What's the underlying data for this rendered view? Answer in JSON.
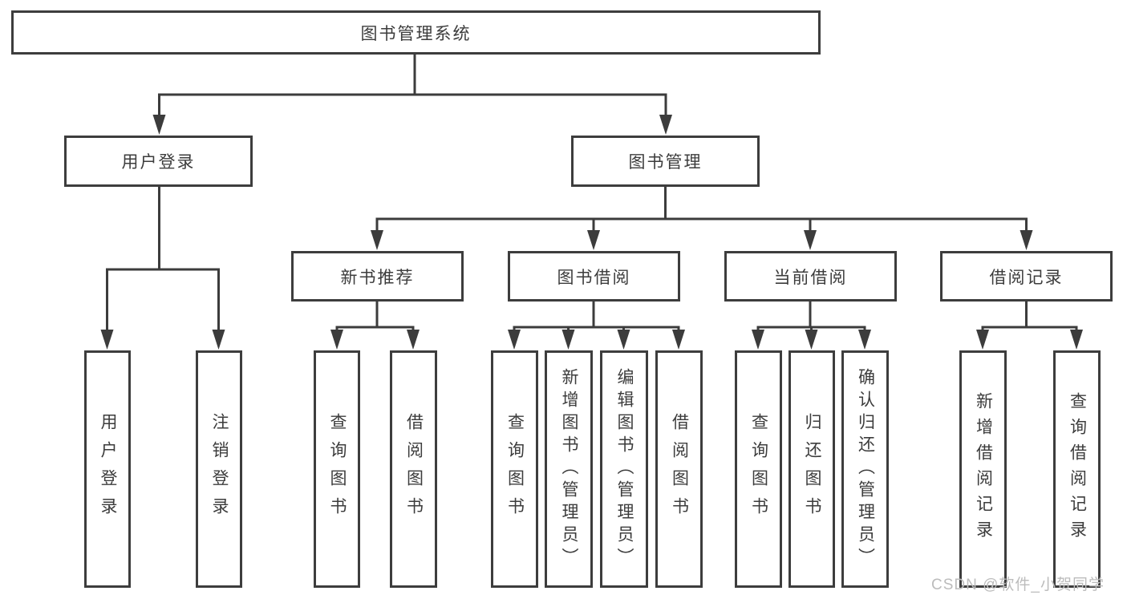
{
  "colors": {
    "background": "#ffffff",
    "line": "#3c3c3c",
    "box_border": "#3d3d3d",
    "text": "#3c3c3c",
    "watermark": "#bcbcbc"
  },
  "nodes": {
    "root": "图书管理系统",
    "user_login": "用户登录",
    "book_mgmt": "图书管理",
    "new_book_rec": "新书推荐",
    "book_borrow": "图书借阅",
    "current_borrow": "当前借阅",
    "borrow_record": "借阅记录",
    "leaf_user_login": "用户登录",
    "leaf_logout": "注销登录",
    "leaf_nbr_query": "查询图书",
    "leaf_nbr_borrow": "借阅图书",
    "leaf_bb_query": "查询图书",
    "leaf_bb_add": "新增图书（管理员）",
    "leaf_bb_edit": "编辑图书（管理员）",
    "leaf_bb_borrow": "借阅图书",
    "leaf_cb_query": "查询图书",
    "leaf_cb_return": "归还图书",
    "leaf_cb_confirm": "确认归还（管理员）",
    "leaf_br_add": "新增借阅记录",
    "leaf_br_query": "查询借阅记录"
  },
  "hierarchy": {
    "图书管理系统": {
      "用户登录": [
        "用户登录",
        "注销登录"
      ],
      "图书管理": {
        "新书推荐": [
          "查询图书",
          "借阅图书"
        ],
        "图书借阅": [
          "查询图书",
          "新增图书（管理员）",
          "编辑图书（管理员）",
          "借阅图书"
        ],
        "当前借阅": [
          "查询图书",
          "归还图书",
          "确认归还（管理员）"
        ],
        "借阅记录": [
          "新增借阅记录",
          "查询借阅记录"
        ]
      }
    }
  },
  "watermark": "CSDN @软件_小贺同学"
}
